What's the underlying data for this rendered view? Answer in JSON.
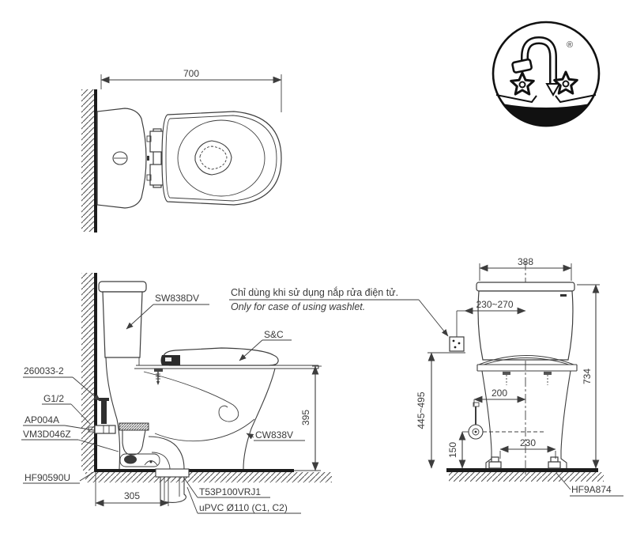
{
  "drawing": {
    "colors": {
      "line": "#3d3d3d",
      "heavy": "#1c1c1c",
      "text": "#3a3a3a",
      "background": "#ffffff"
    },
    "note": {
      "vi": "Chỉ dùng khi sử dụng nắp rửa điện tử.",
      "en": "Only for case of using washlet."
    },
    "logo": {
      "mark": "®"
    },
    "top_view": {
      "width": "700"
    },
    "side_view": {
      "tank": "SW838DV",
      "seat": "S&C",
      "bowl": "CW838V",
      "part_260033": "260033-2",
      "g12": "G1/2",
      "ap004a": "AP004A",
      "vm3d046z": "VM3D046Z",
      "hf90590u": "HF90590U",
      "t53": "T53P100VRJ1",
      "upvc": "uPVC Ø110 (C1, C2)",
      "rim_height": "395",
      "drain_offset": "305"
    },
    "front_view": {
      "width": "388",
      "outlet_offset": "230~270",
      "total_height": "734",
      "outlet_height": "445~495",
      "supply_offset": "200",
      "supply_height": "150",
      "bolt_spacing": "230",
      "seal": "HF9A874"
    }
  }
}
